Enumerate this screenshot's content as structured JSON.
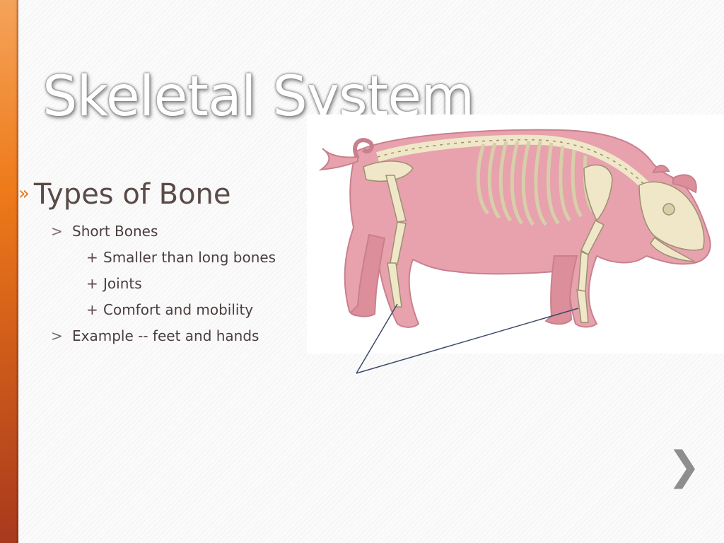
{
  "slide": {
    "title": "Skeletal System",
    "bullet_level1": {
      "marker": "»",
      "text": "Types of Bone"
    },
    "bullets": [
      {
        "level": 2,
        "marker": ">",
        "text": "Short Bones"
      },
      {
        "level": 3,
        "marker": "+",
        "text": "Smaller than long bones"
      },
      {
        "level": 3,
        "marker": "+",
        "text": "Joints"
      },
      {
        "level": 3,
        "marker": "+",
        "text": "Comfort and mobility"
      },
      {
        "level": 2,
        "marker": ">",
        "text": "Example -- feet and hands"
      }
    ],
    "figure": {
      "subject": "pig-skeleton-diagram"
    },
    "navigation": {
      "next_glyph": "❯"
    },
    "colors": {
      "accent_bar": "#ee7a1a",
      "body_text": "#4a3e3e",
      "pig_fill": "#e7a2ad",
      "bone": "#efe7c8"
    }
  }
}
